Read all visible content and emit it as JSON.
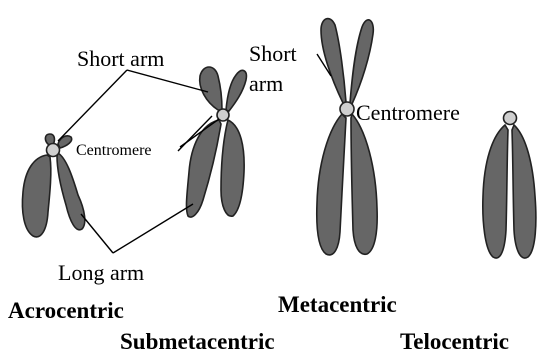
{
  "labels": {
    "short_arm_left": "Short arm",
    "short_arm_mid_line1": "Short",
    "short_arm_mid_line2": "arm",
    "centromere_left": "Centromere",
    "centromere_right": "Centromere",
    "long_arm": "Long arm"
  },
  "types": {
    "acrocentric": "Acrocentric",
    "submetacentric": "Submetacentric",
    "metacentric": "Metacentric",
    "telocentric": "Telocentric"
  },
  "colors": {
    "chromatid": "#666666",
    "centromere": "#cfcfcf",
    "outline": "#222222",
    "text": "#000000",
    "background": "#ffffff"
  }
}
